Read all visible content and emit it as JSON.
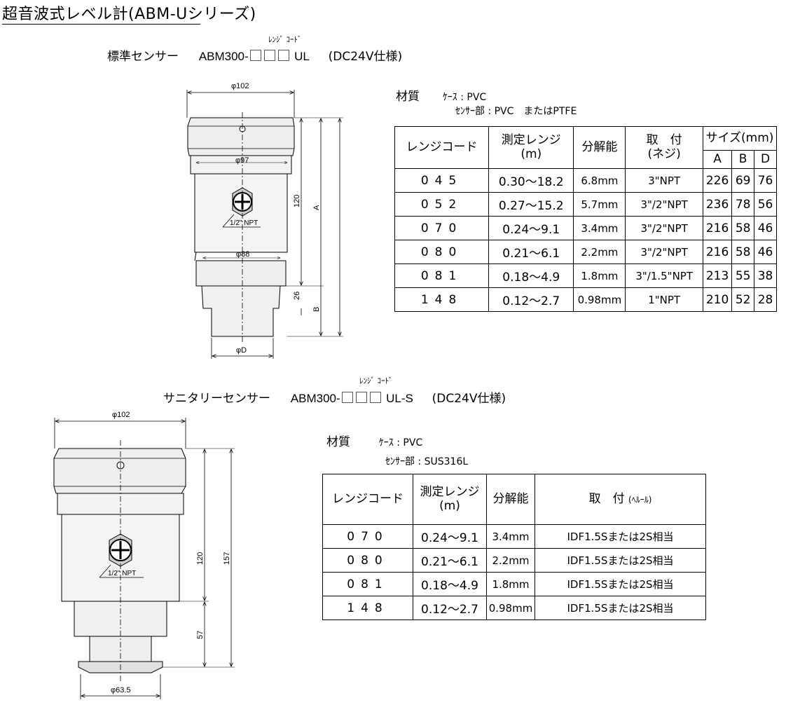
{
  "document": {
    "title": "超音波式レベル計(ABM-Uシリーズ)"
  },
  "standard": {
    "rangecode_label": "ﾚﾝｼﾞ ｺｰﾄﾞ",
    "name": "標準センサー",
    "model_prefix": "ABM300-",
    "model_suffix": "UL",
    "spec": "(DC24V仕様)",
    "material_label": "材質",
    "material_case": "ｹｰｽ : PVC",
    "material_sensor": "ｾﾝｻｰ部 : PVC　またはPTFE",
    "drawing": {
      "top_diameter": "φ102",
      "upper_diameter": "φ97",
      "lower_diameter": "φ88",
      "bottom_diameter": "φD",
      "port_label": "1/2\" NPT",
      "height_120": "120",
      "height_26": "26",
      "label_A": "A",
      "label_B": "B"
    },
    "table": {
      "headers": {
        "range_code": "レンジコード",
        "measure_range": "測定レンジ",
        "measure_unit": "(m)",
        "resolution": "分解能",
        "mount": "取　付",
        "mount_sub": "(ネジ)",
        "size": "サイズ(mm)",
        "size_a": "A",
        "size_b": "B",
        "size_d": "D"
      },
      "rows": [
        {
          "code": "045",
          "range": "0.30～18.2",
          "resolution": "6.8mm",
          "mount": "3\"NPT",
          "a": "226",
          "b": "69",
          "d": "76"
        },
        {
          "code": "052",
          "range": "0.27～15.2",
          "resolution": "5.7mm",
          "mount": "3\"/2\"NPT",
          "a": "236",
          "b": "78",
          "d": "56"
        },
        {
          "code": "070",
          "range": "0.24～9.1",
          "resolution": "3.4mm",
          "mount": "3\"/2\"NPT",
          "a": "216",
          "b": "58",
          "d": "46"
        },
        {
          "code": "080",
          "range": "0.21～6.1",
          "resolution": "2.2mm",
          "mount": "3\"/2\"NPT",
          "a": "216",
          "b": "58",
          "d": "46"
        },
        {
          "code": "081",
          "range": "0.18～4.9",
          "resolution": "1.8mm",
          "mount": "3\"/1.5\"NPT",
          "a": "213",
          "b": "55",
          "d": "38"
        },
        {
          "code": "148",
          "range": "0.12～2.7",
          "resolution": "0.98mm",
          "mount": "1\"NPT",
          "a": "210",
          "b": "52",
          "d": "28"
        }
      ]
    }
  },
  "sanitary": {
    "rangecode_label": "ﾚﾝｼﾞ ｺｰﾄﾞ",
    "name": "サニタリーセンサー",
    "model_prefix": "ABM300-",
    "model_suffix": "UL-S",
    "spec": "(DC24V仕様)",
    "material_label": "材質",
    "material_case": "ｹｰｽ : PVC",
    "material_sensor": "ｾﾝｻｰ部 : SUS316L",
    "drawing": {
      "top_diameter": "φ102",
      "bottom_diameter": "φ63.5",
      "port_label": "1/2\" NPT",
      "height_120": "120",
      "height_157": "157",
      "height_57": "57"
    },
    "table": {
      "headers": {
        "range_code": "レンジコード",
        "measure_range": "測定レンジ",
        "measure_unit": "(m)",
        "resolution": "分解能",
        "mount": "取　付",
        "mount_sub": "(ﾍﾙｰﾙ)"
      },
      "rows": [
        {
          "code": "070",
          "range": "0.24～9.1",
          "resolution": "3.4mm",
          "mount": "IDF1.5Sまたは2S相当"
        },
        {
          "code": "080",
          "range": "0.21～6.1",
          "resolution": "2.2mm",
          "mount": "IDF1.5Sまたは2S相当"
        },
        {
          "code": "081",
          "range": "0.18～4.9",
          "resolution": "1.8mm",
          "mount": "IDF1.5Sまたは2S相当"
        },
        {
          "code": "148",
          "range": "0.12～2.7",
          "resolution": "0.98mm",
          "mount": "IDF1.5Sまたは2S相当"
        }
      ]
    }
  }
}
